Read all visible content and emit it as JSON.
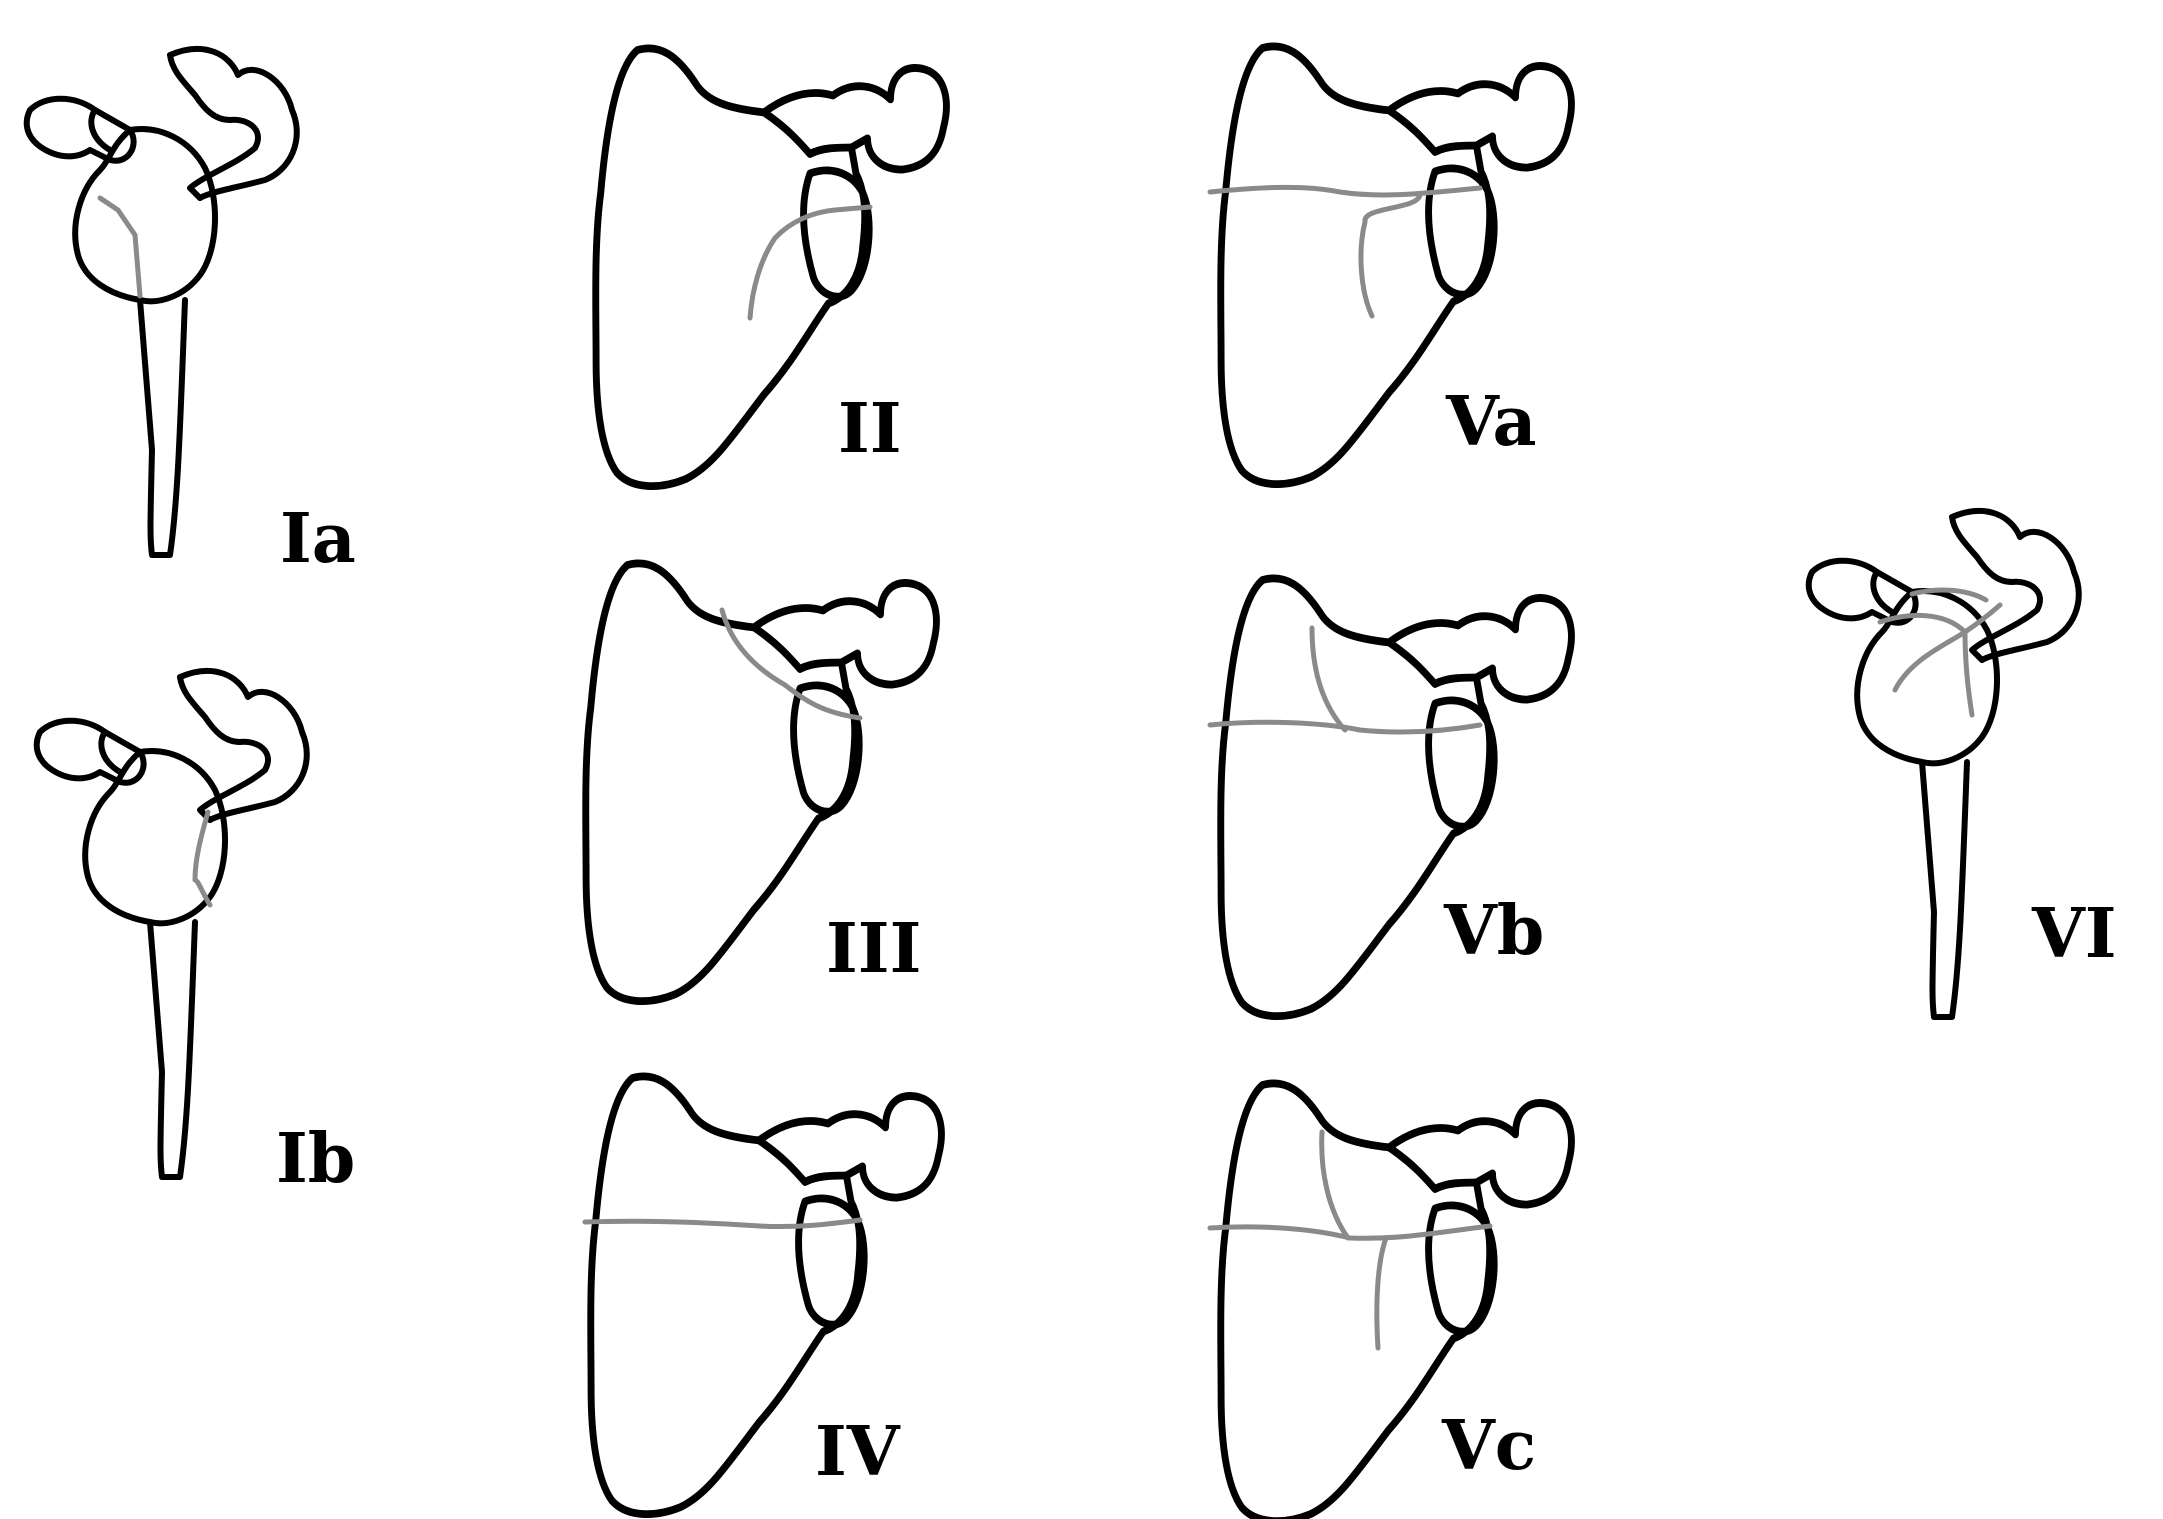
{
  "labels": {
    "ia": "Ia",
    "ib": "Ib",
    "ii": "II",
    "iii": "III",
    "iv": "IV",
    "va": "Va",
    "vb": "Vb",
    "vc": "Vc",
    "vi": "VI"
  },
  "colors": {
    "outline": "#000000",
    "fracture_line": "#8a8a8a",
    "background": "#ffffff"
  }
}
